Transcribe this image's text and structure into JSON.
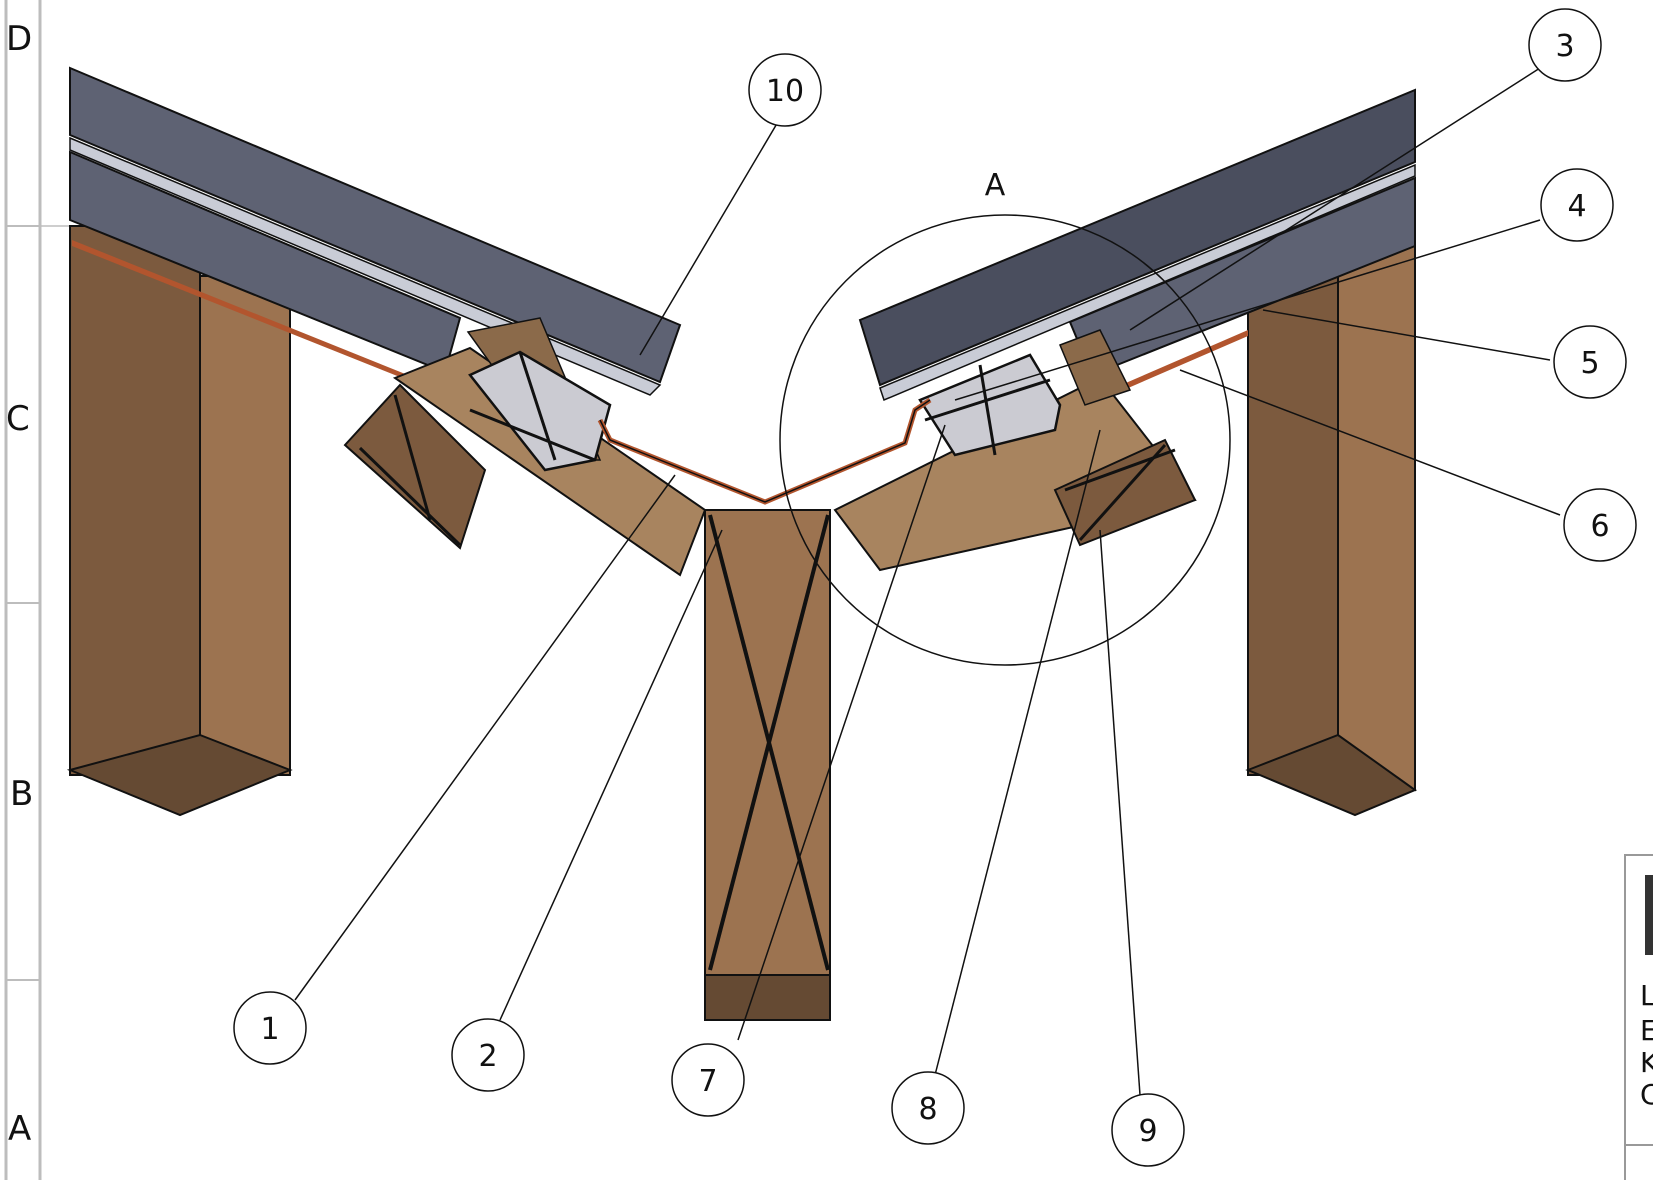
{
  "zones": [
    {
      "id": "D",
      "label": "D"
    },
    {
      "id": "C",
      "label": "C"
    },
    {
      "id": "B",
      "label": "B"
    },
    {
      "id": "A",
      "label": "A"
    }
  ],
  "detail_view": {
    "label": "A"
  },
  "callouts": [
    {
      "id": "1",
      "label": "1"
    },
    {
      "id": "2",
      "label": "2"
    },
    {
      "id": "3",
      "label": "3"
    },
    {
      "id": "4",
      "label": "4"
    },
    {
      "id": "5",
      "label": "5"
    },
    {
      "id": "6",
      "label": "6"
    },
    {
      "id": "7",
      "label": "7"
    },
    {
      "id": "8",
      "label": "8"
    },
    {
      "id": "9",
      "label": "9"
    },
    {
      "id": "10",
      "label": "10"
    }
  ],
  "title_block": {
    "fragments": [
      "L",
      "E",
      "K",
      "C"
    ]
  },
  "colors": {
    "timber_light": "#9c7350",
    "timber_dark": "#7c5a3e",
    "timber_end": "#654a33",
    "board_light": "#a8845f",
    "roof_panel": "#5e6273",
    "roof_panel_dark": "#4a4e5e",
    "gutter_fill": "#cbcbd2",
    "membrane": "#b2552e",
    "line": "#111111"
  }
}
